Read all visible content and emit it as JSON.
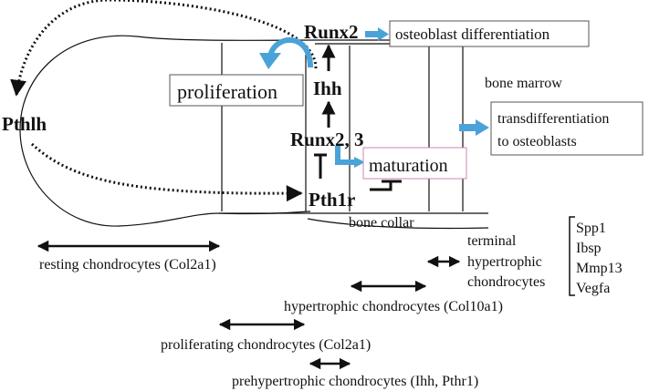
{
  "labels": {
    "pthlh": "Pthlh",
    "runx2": "Runx2",
    "ihh": "Ihh",
    "runx23": "Runx2, 3",
    "pth1r": "Pth1r",
    "osteoblast_differentiation": "osteoblast differentiation",
    "proliferation": "proliferation",
    "bone_marrow": "bone marrow",
    "transdifferentiation_line1": "transdifferentiation",
    "transdifferentiation_line2": "to osteoblasts",
    "maturation": "maturation",
    "bone_collar": "bone collar"
  },
  "zones": {
    "resting": "resting chondrocytes (Col2a1)",
    "terminal_line1": "terminal",
    "terminal_line2": "hypertrophic",
    "terminal_line3": "chondrocytes",
    "hypertrophic": "hypertrophic chondrocytes (Col10a1)",
    "proliferating": "proliferating chondrocytes (Col2a1)",
    "prehypertrophic": "prehypertrophic chondrocytes (Ihh, Pthr1)"
  },
  "markers": [
    "Spp1",
    "Ibsp",
    "Mmp13",
    "Vegfa"
  ],
  "colors": {
    "accent_blue": "#4aa3d8",
    "pink_box": "#c98ab0",
    "ink": "#111111"
  }
}
